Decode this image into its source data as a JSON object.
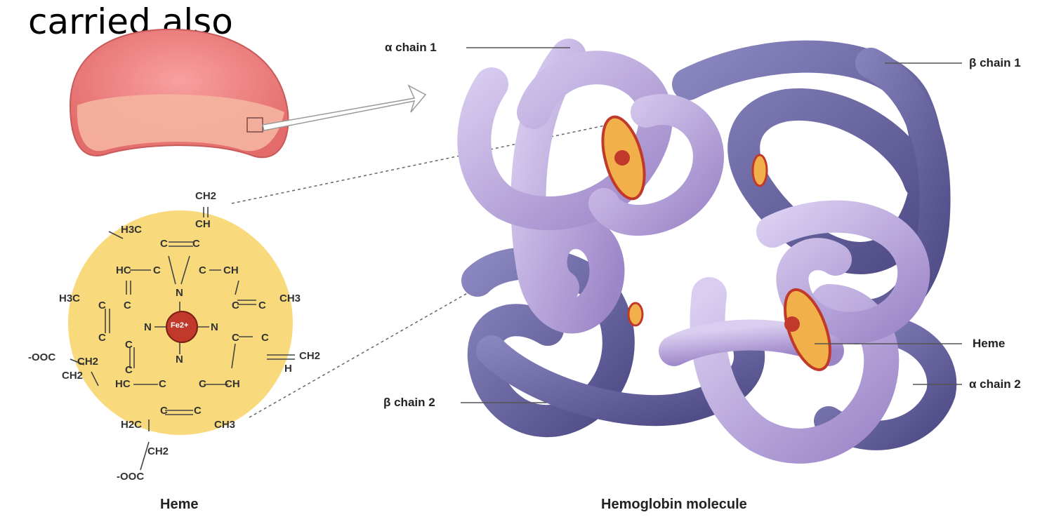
{
  "slide": {
    "title": "carried also"
  },
  "captions": {
    "heme": "Heme",
    "hemoglobin": "Hemoglobin molecule"
  },
  "labels": {
    "alpha_chain_1": "α chain 1",
    "beta_chain_1": "β chain 1",
    "beta_chain_2": "β chain 2",
    "alpha_chain_2": "α chain 2",
    "heme": "Heme"
  },
  "heme_structure": {
    "iron": "Fe2+",
    "groups": [
      "CH2",
      "CH",
      "H3C",
      "C",
      "C",
      "HC",
      "C",
      "C",
      "CH",
      "N",
      "H3C",
      "C",
      "C",
      "N",
      "N",
      "C",
      "C",
      "CH3",
      "C",
      "C",
      "C",
      "C",
      "H",
      "CH2",
      "-OOC",
      "CH2",
      "CH2",
      "C",
      "N",
      "HC",
      "C",
      "C",
      "CH",
      "H2C",
      "C",
      "C",
      "CH3",
      "CH2",
      "-OOC"
    ]
  },
  "colors": {
    "rbc": "#f08080",
    "heme_disc": "#f7d77a",
    "alpha_chain": "#b9a6da",
    "beta_chain": "#6f6ba6",
    "heme_group": "#f2b04a",
    "iron": "#c0392b"
  }
}
